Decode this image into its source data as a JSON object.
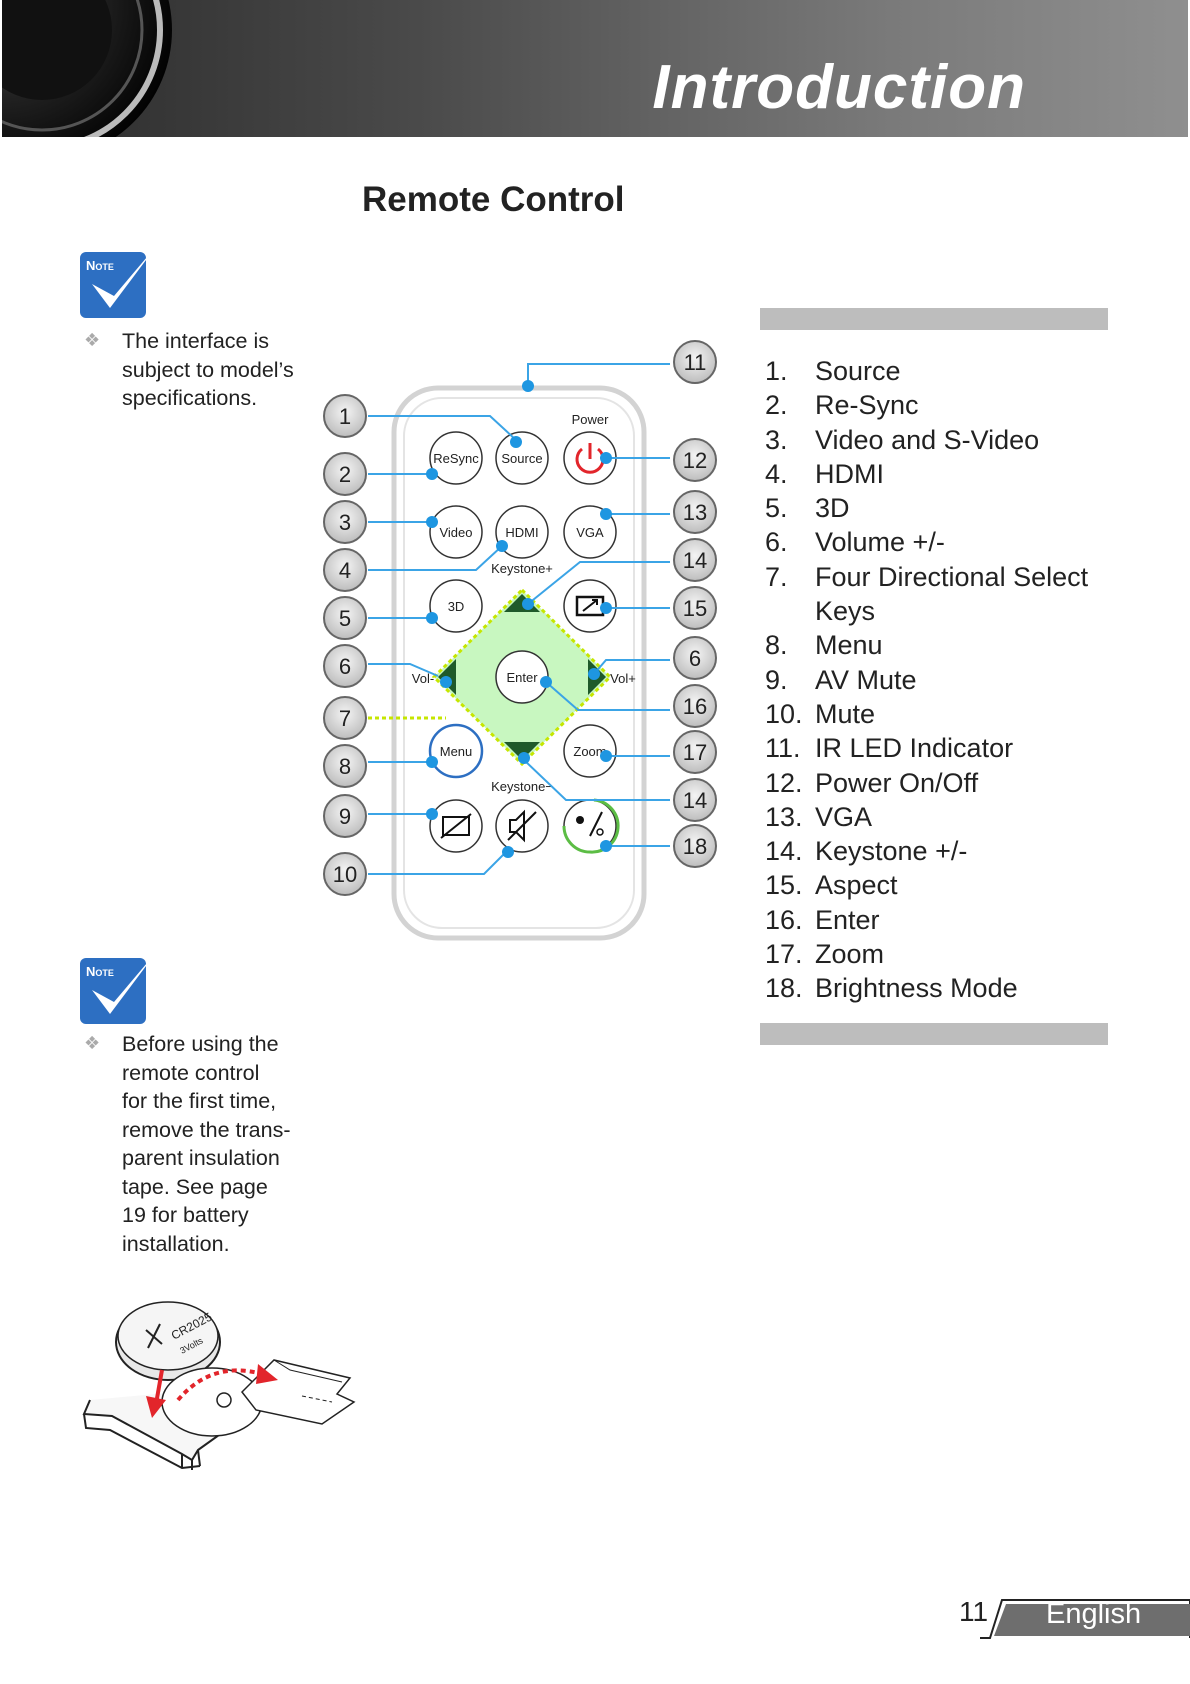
{
  "header": {
    "title": "Introduction"
  },
  "section_title": "Remote Control",
  "note_label": "Note",
  "notes": [
    "The interface is subject to model’s specifications.",
    "Before using the remote control for the first time, remove the trans-parent insulation tape. See page 19 for battery installation."
  ],
  "note1_lines": [
    "The interface is",
    "subject to model’s",
    "specifications."
  ],
  "note2_lines": [
    "Before using the",
    "remote control",
    "for the first time,",
    "remove the trans-",
    "parent insulation",
    "tape. See page",
    "19 for battery",
    "installation."
  ],
  "remote": {
    "buttons": {
      "power": "Power",
      "resync": "ReSync",
      "source": "Source",
      "video": "Video",
      "hdmi": "HDMI",
      "vga": "VGA",
      "keystone_plus": "Keystone+",
      "keystone_minus": "Keystone−",
      "three_d": "3D",
      "enter": "Enter",
      "vol_minus": "Vol-",
      "vol_plus": "Vol+",
      "menu": "Menu",
      "zoom": "Zoom"
    },
    "left_callouts": [
      "1",
      "2",
      "3",
      "4",
      "5",
      "6",
      "7",
      "8",
      "9",
      "10"
    ],
    "right_callouts": [
      "11",
      "12",
      "13",
      "14",
      "15",
      "6",
      "16",
      "17",
      "14",
      "18"
    ]
  },
  "battery": {
    "label": "CR2025",
    "sub": "3Volts"
  },
  "keys": [
    {
      "num": "1.",
      "label": "Source"
    },
    {
      "num": "2.",
      "label": "Re-Sync"
    },
    {
      "num": "3.",
      "label": "Video and S-Video"
    },
    {
      "num": "4.",
      "label": "HDMI"
    },
    {
      "num": "5.",
      "label": "3D"
    },
    {
      "num": "6.",
      "label": "Volume +/-"
    },
    {
      "num": "7.",
      "label": "Four Directional Select Keys"
    },
    {
      "num": "8.",
      "label": "Menu"
    },
    {
      "num": "9.",
      "label": "AV Mute"
    },
    {
      "num": "10.",
      "label": "Mute"
    },
    {
      "num": "11.",
      "label": "IR LED Indicator"
    },
    {
      "num": "12.",
      "label": "Power On/Off"
    },
    {
      "num": "13.",
      "label": "VGA"
    },
    {
      "num": "14.",
      "label": "Keystone +/-"
    },
    {
      "num": "15.",
      "label": "Aspect"
    },
    {
      "num": "16.",
      "label": "Enter"
    },
    {
      "num": "17.",
      "label": "Zoom"
    },
    {
      "num": "18.",
      "label": "Brightness Mode"
    }
  ],
  "footer": {
    "page": "11",
    "language": "English"
  }
}
